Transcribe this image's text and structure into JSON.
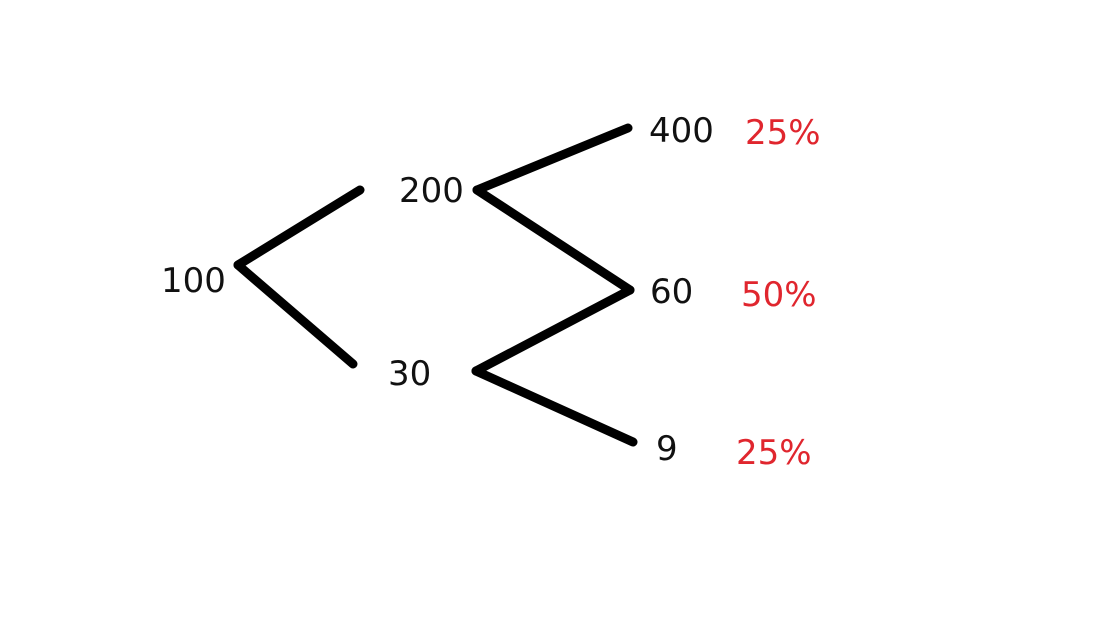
{
  "colors": {
    "line": "#000000",
    "value_text": "#111111",
    "probability_text": "#e0262e"
  },
  "nodes": {
    "root": "100",
    "up": "200",
    "down": "30",
    "up_up": "400",
    "middle": "60",
    "down_down": "9"
  },
  "probabilities": {
    "up_up": "25%",
    "middle": "50%",
    "down_down": "25%"
  }
}
